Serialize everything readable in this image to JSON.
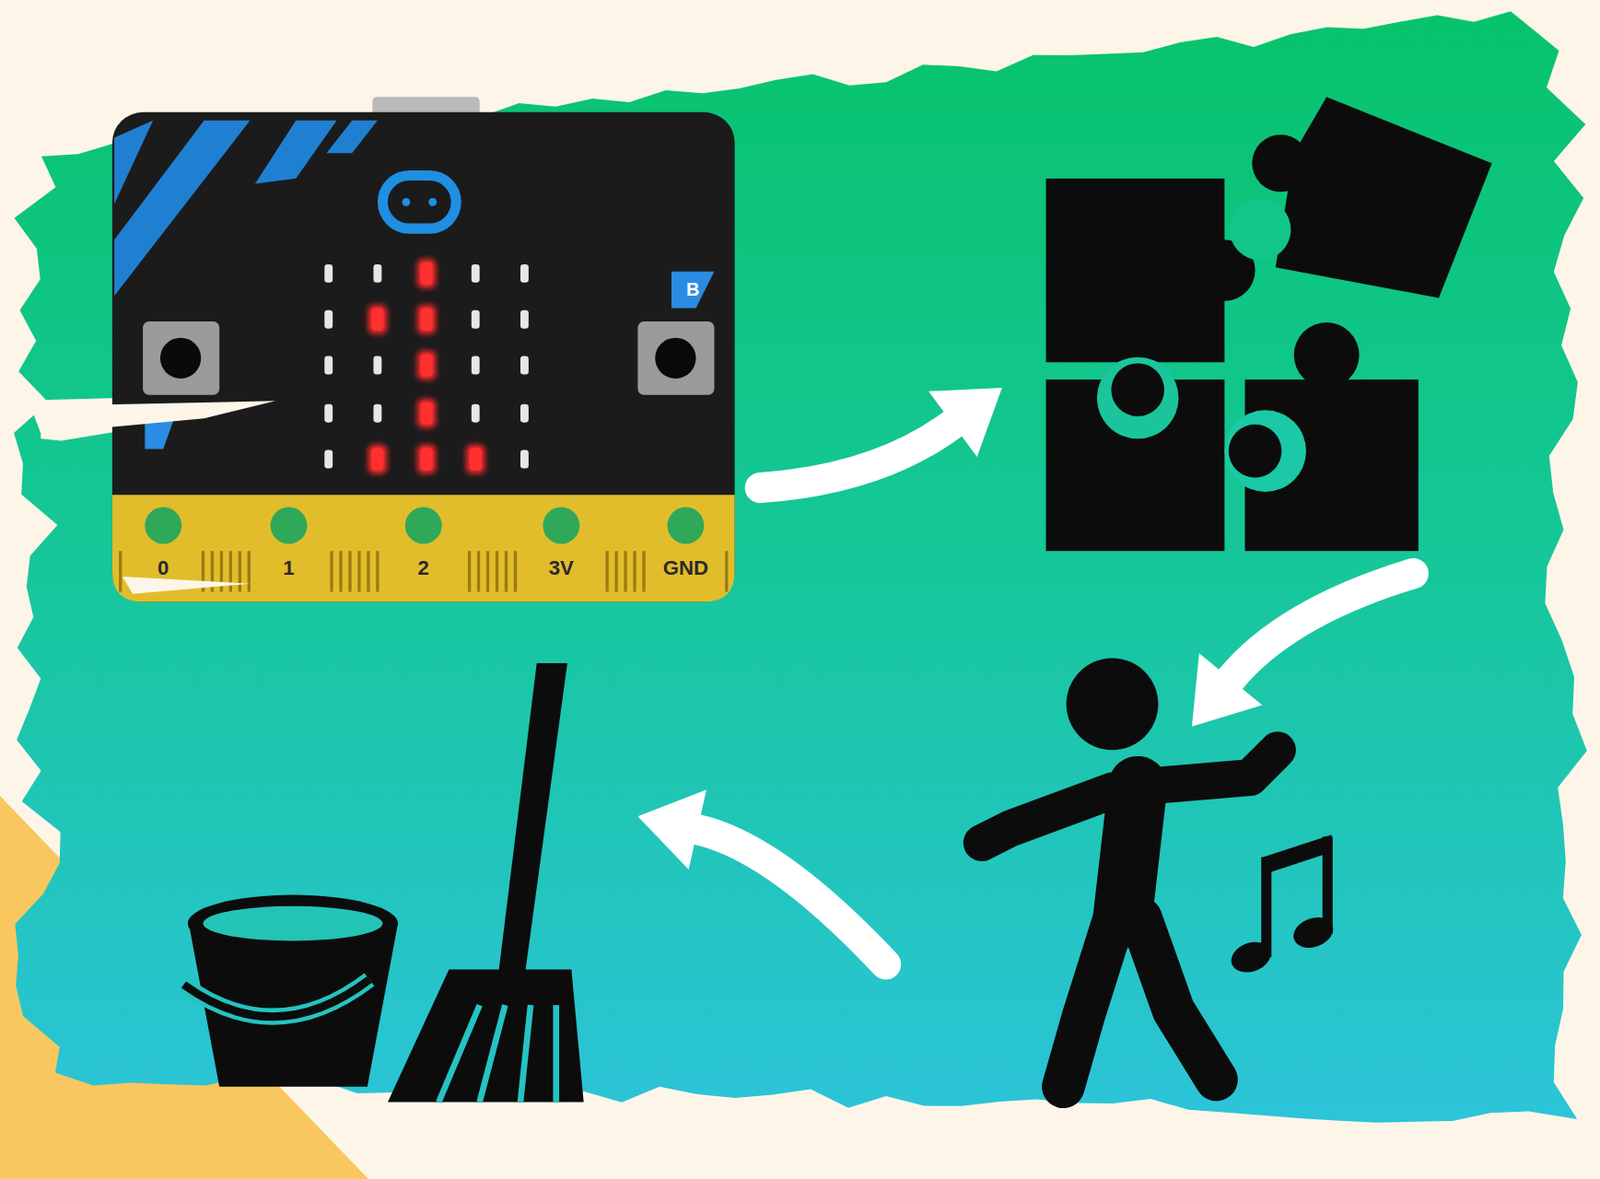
{
  "diagram": {
    "labels": [
      "B",
      "0",
      "1",
      "2",
      "3V",
      "GND"
    ]
  }
}
